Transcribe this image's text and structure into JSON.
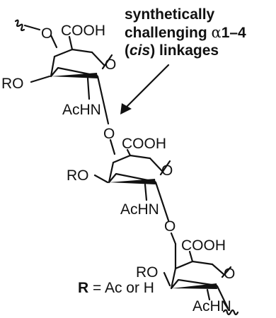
{
  "callout": {
    "line1": "synthetically",
    "line2_prefix": "challenging ",
    "line2_alpha": "α",
    "line2_suffix": "1–4",
    "line3_open": "(",
    "line3_cis": "cis",
    "line3_rest": ") linkages"
  },
  "labels": {
    "o_top": "O",
    "cooh": "COOH",
    "ring_o": "O",
    "ro": "RO",
    "achn": "AcHN",
    "linker_o": "O"
  },
  "legend": {
    "r": "R",
    "text": " = Ac or H"
  },
  "colors": {
    "ink": "#111111",
    "background": "#ffffff"
  }
}
